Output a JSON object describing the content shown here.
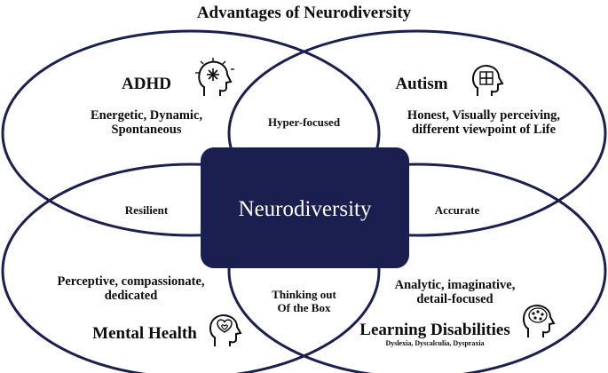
{
  "title": "Advantages of Neurodiversity",
  "center": "Neurodiversity",
  "categories": {
    "adhd": {
      "label": "ADHD",
      "traits": [
        "Energetic, Dynamic,",
        "Spontaneous"
      ],
      "icon": "brain-sparkle-head-icon"
    },
    "autism": {
      "label": "Autism",
      "traits": [
        "Honest, Visually perceiving,",
        "different viewpoint of Life"
      ],
      "icon": "puzzle-head-icon"
    },
    "mental_health": {
      "label": "Mental Health",
      "traits": [
        "Perceptive, compassionate,",
        "dedicated"
      ],
      "icon": "heart-brain-head-icon"
    },
    "learning_disabilities": {
      "label": "Learning Disabilities",
      "subtitle": "Dyslexia, Dyscalculia, Dyspraxia",
      "traits": [
        "Analytic, imaginative,",
        "detail-focused"
      ],
      "icon": "letters-numbers-head-icon"
    }
  },
  "overlaps": {
    "top": "Hyper-focused",
    "left": "Resilient",
    "right": "Accurate",
    "bottom": [
      "Thinking out",
      "Of the Box"
    ]
  },
  "colors": {
    "outline": "#1b1f4f",
    "center_fill": "#1b1f4f",
    "center_text": "#ffffff",
    "text": "#0d0d0d"
  }
}
